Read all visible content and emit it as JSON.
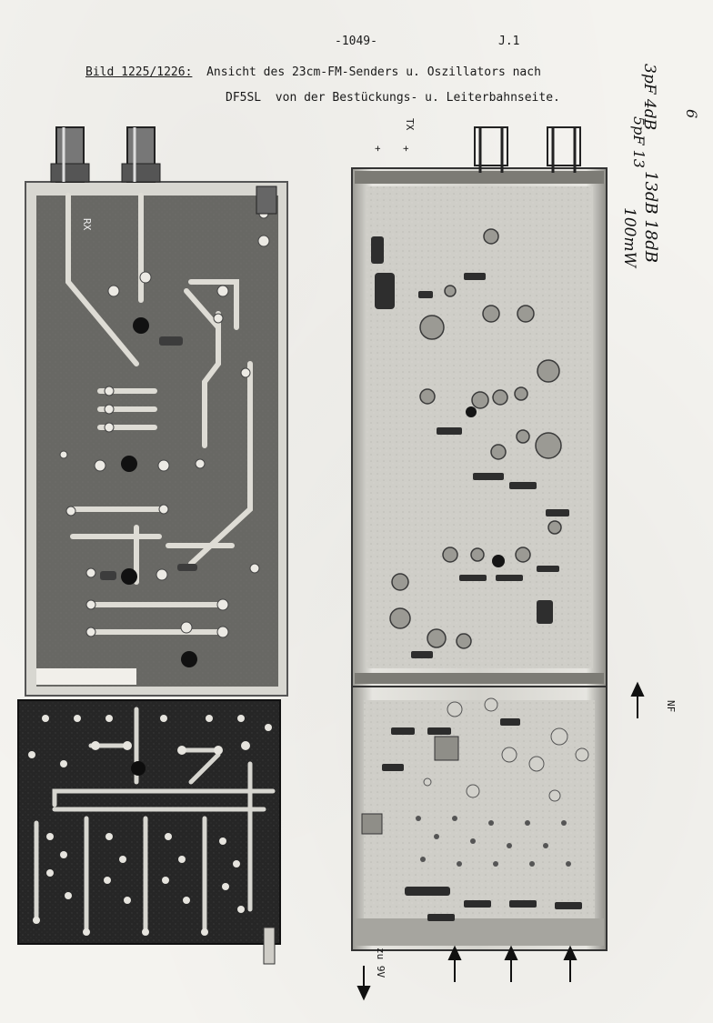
{
  "header": {
    "page_number": "-1049-",
    "sheet_ref": "J.1"
  },
  "caption": {
    "figure_label": "Bild 1225/1226:",
    "line1_text": "Ansicht des 23cm-FM-Senders u. Oszillators nach",
    "line2_text": "DF5SL  von der Bestückungs- u. Leiterbahnseite."
  },
  "handwritten_notes": [
    {
      "text": "3pF 4dB"
    },
    {
      "text": "5pF 13"
    },
    {
      "text": "13dB 18dB"
    },
    {
      "text": "100mW"
    },
    {
      "text": "6"
    }
  ],
  "board_labels": {
    "rx": "RX",
    "tx": "TX",
    "plus_a": "+",
    "plus_b": "+",
    "nf": "NF",
    "zu_9v": "zu 9V"
  },
  "colors": {
    "paper": "#f4f3ef",
    "board_dark": "#2b2b2b",
    "board_light": "#c9c8c2",
    "trace": "#d9d8d2",
    "ink": "#111111"
  }
}
